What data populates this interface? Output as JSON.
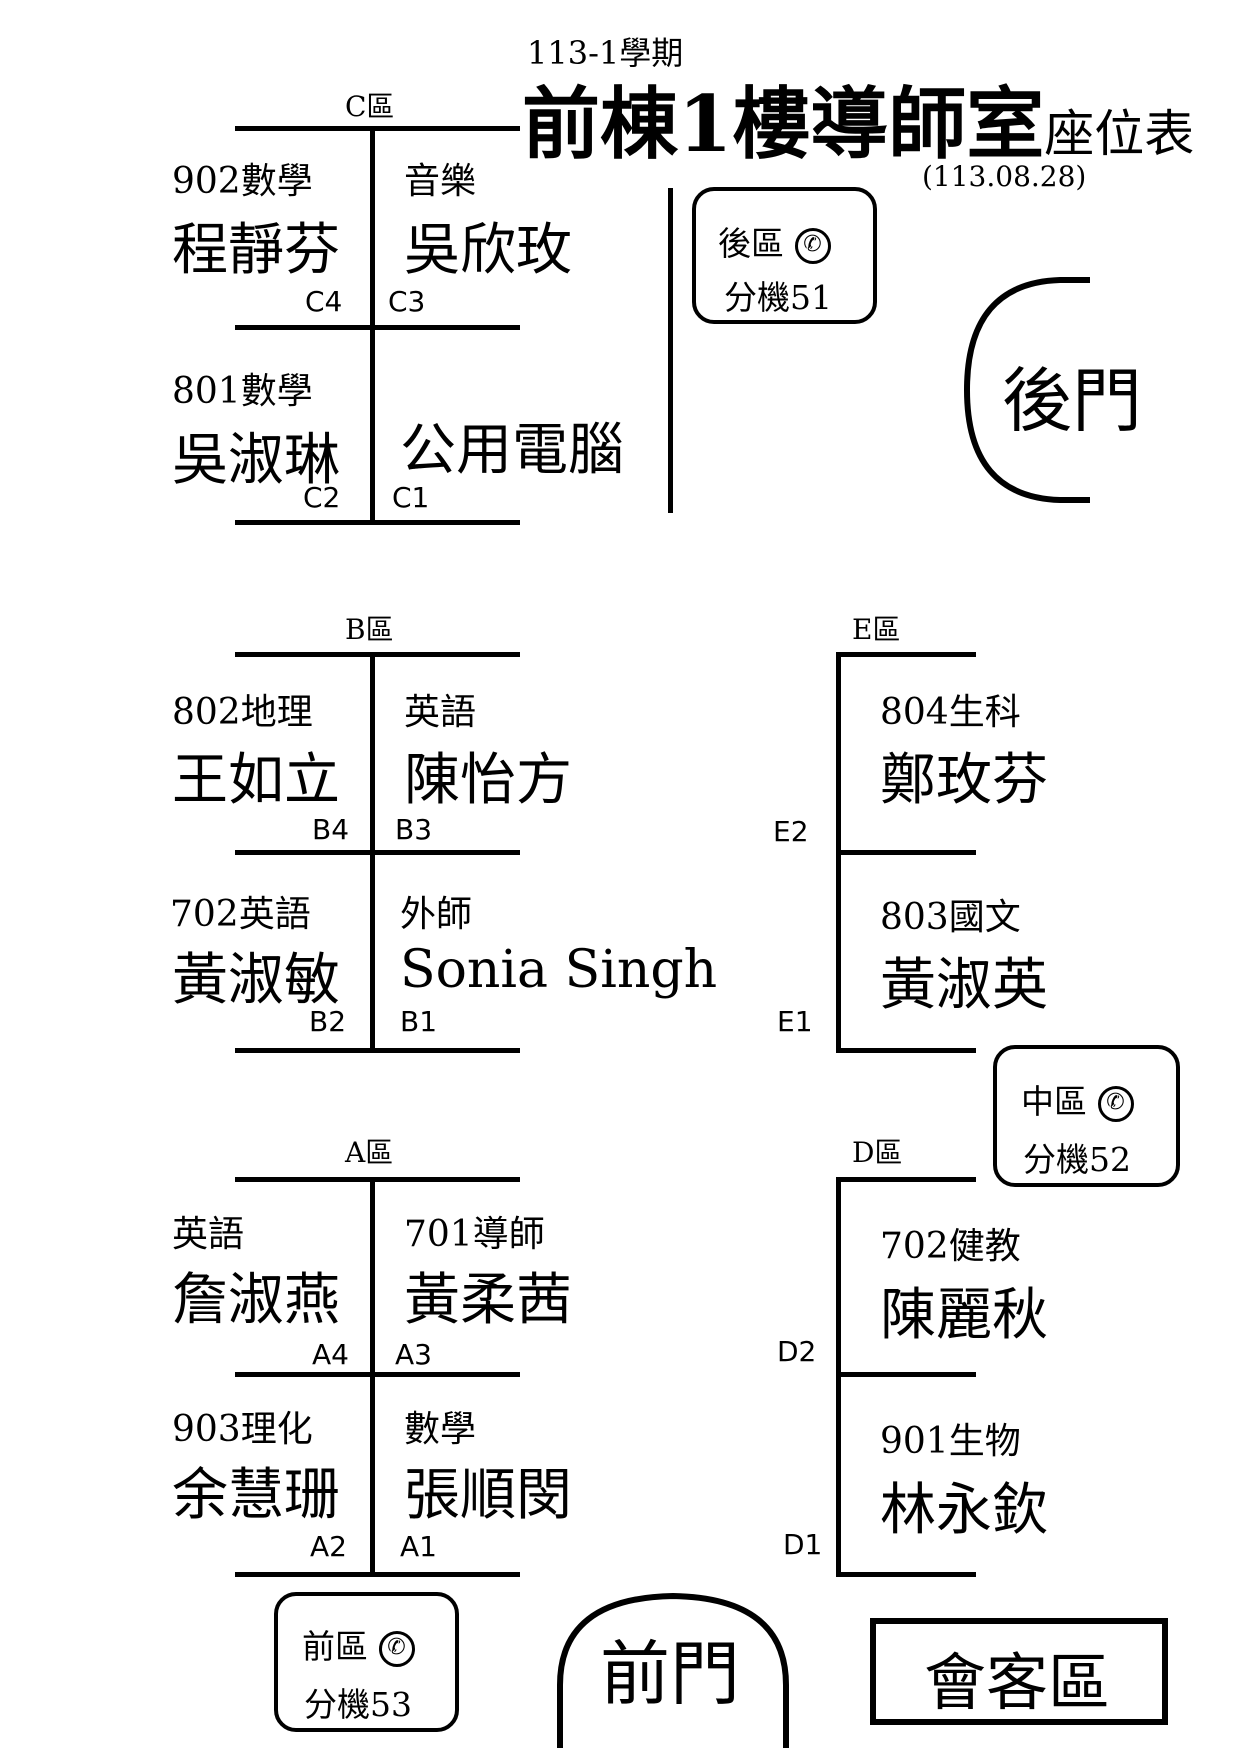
{
  "header": {
    "semester": "113-1學期",
    "title": "前棟1樓導師室",
    "title_suffix": "座位表",
    "date": "(113.08.28)"
  },
  "zones": {
    "C": "C區",
    "B": "B區",
    "E": "E區",
    "A": "A區",
    "D": "D區"
  },
  "seats": {
    "C4": {
      "code": "C4",
      "subject": "902數學",
      "name": "程靜芬"
    },
    "C3": {
      "code": "C3",
      "subject": "音樂",
      "name": "吳欣玫"
    },
    "C2": {
      "code": "C2",
      "subject": "801數學",
      "name": "吳淑琳"
    },
    "C1": {
      "code": "C1",
      "subject": "",
      "name": "公用電腦"
    },
    "B4": {
      "code": "B4",
      "subject": "802地理",
      "name": "王如立"
    },
    "B3": {
      "code": "B3",
      "subject": "英語",
      "name": "陳怡方"
    },
    "B2": {
      "code": "B2",
      "subject": "702英語",
      "name": "黃淑敏"
    },
    "B1": {
      "code": "B1",
      "subject": "外師",
      "name": "Sonia Singh"
    },
    "E2": {
      "code": "E2",
      "subject": "804生科",
      "name": "鄭玫芬"
    },
    "E1": {
      "code": "E1",
      "subject": "803國文",
      "name": "黃淑英"
    },
    "A4": {
      "code": "A4",
      "subject": "英語",
      "name": "詹淑燕"
    },
    "A3": {
      "code": "A3",
      "subject": "701導師",
      "name": "黃柔茜"
    },
    "A2": {
      "code": "A2",
      "subject": "903理化",
      "name": "余慧珊"
    },
    "A1": {
      "code": "A1",
      "subject": "數學",
      "name": "張順閔"
    },
    "D2": {
      "code": "D2",
      "subject": "702健教",
      "name": "陳麗秋"
    },
    "D1": {
      "code": "D1",
      "subject": "901生物",
      "name": "林永欽"
    }
  },
  "phones": {
    "back": {
      "area": "後區",
      "ext": "分機51"
    },
    "middle": {
      "area": "中區",
      "ext": "分機52"
    },
    "front": {
      "area": "前區",
      "ext": "分機53"
    }
  },
  "icons": {
    "phone": "phone-icon"
  },
  "doors": {
    "back": "後門",
    "front": "前門"
  },
  "reception": "會客區"
}
